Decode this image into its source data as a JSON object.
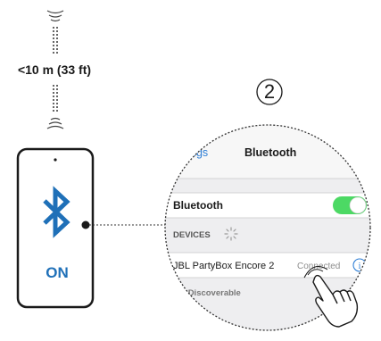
{
  "distance": {
    "label": "<10 m (33 ft)"
  },
  "step": {
    "number": "2"
  },
  "phone": {
    "status_label": "ON",
    "icon": "bluetooth-icon"
  },
  "settings_screen": {
    "back_label": "Settings",
    "title": "Bluetooth",
    "bluetooth_row_label": "Bluetooth",
    "bluetooth_toggle_state": "on",
    "devices_header": "DEVICES",
    "device_name": "JBL PartyBox Encore 2",
    "device_status": "Connected",
    "footer_label": "Now Discoverable"
  },
  "colors": {
    "bluetooth_blue": "#1f70b8",
    "toggle_green": "#4cd964",
    "ios_link_blue": "#2f7fd6"
  }
}
